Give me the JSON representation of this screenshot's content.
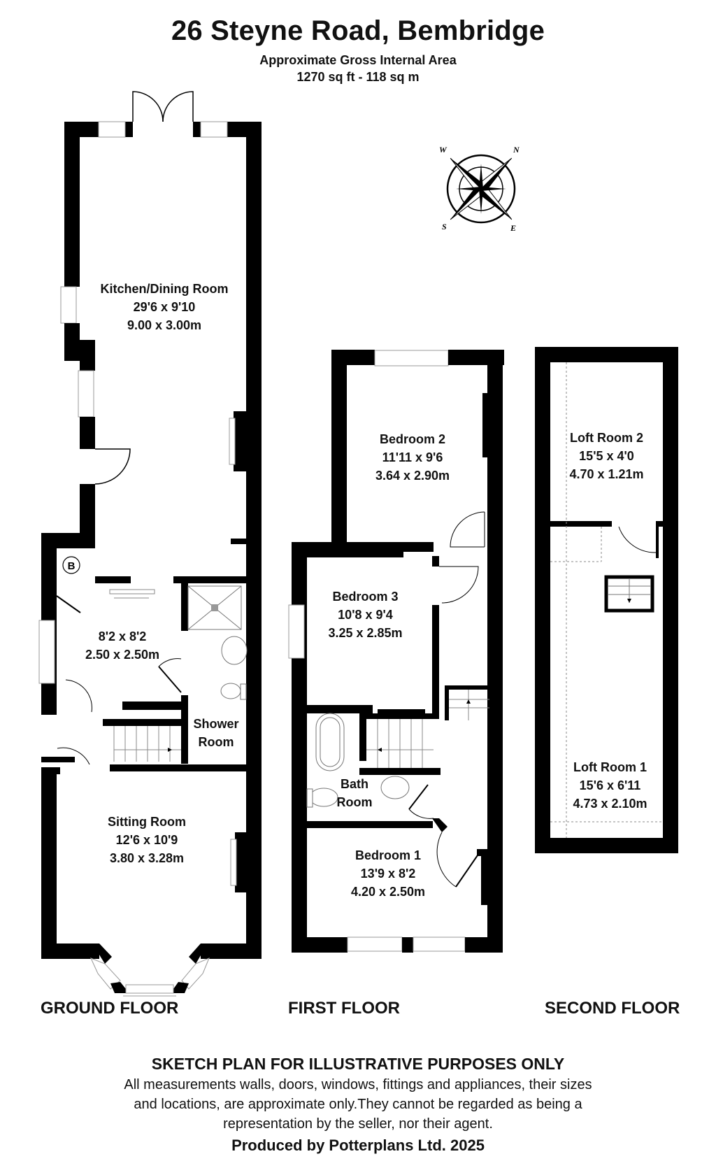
{
  "header": {
    "title": "26 Steyne Road, Bembridge",
    "area_label": "Approximate Gross Internal Area",
    "area_value": "1270 sq ft - 118 sq m"
  },
  "compass": {
    "icon": "compass-rose-icon",
    "labels": [
      "N",
      "E",
      "S",
      "W"
    ]
  },
  "floors": {
    "ground": {
      "label": "GROUND FLOOR",
      "rooms": [
        {
          "name": "Kitchen/Dining Room",
          "imperial": "29'6 x 9'10",
          "metric": "9.00 x 3.00m"
        },
        {
          "name": "",
          "imperial": "8'2 x 8'2",
          "metric": "2.50 x 2.50m"
        },
        {
          "name": "Shower",
          "name2": "Room"
        },
        {
          "name": "Sitting Room",
          "imperial": "12'6 x 10'9",
          "metric": "3.80 x 3.28m"
        }
      ],
      "boiler_symbol": "B"
    },
    "first": {
      "label": "FIRST FLOOR",
      "rooms": [
        {
          "name": "Bedroom 2",
          "imperial": "11'11 x 9'6",
          "metric": "3.64 x 2.90m"
        },
        {
          "name": "Bedroom 3",
          "imperial": "10'8 x 9'4",
          "metric": "3.25 x 2.85m"
        },
        {
          "name": "Bath",
          "name2": "Room"
        },
        {
          "name": "Bedroom 1",
          "imperial": "13'9 x 8'2",
          "metric": "4.20 x 2.50m"
        }
      ]
    },
    "second": {
      "label": "SECOND FLOOR",
      "rooms": [
        {
          "name": "Loft Room 2",
          "imperial": "15'5 x 4'0",
          "metric": "4.70 x 1.21m"
        },
        {
          "name": "Loft Room 1",
          "imperial": "15'6 x 6'11",
          "metric": "4.73 x 2.10m"
        }
      ]
    }
  },
  "footer": {
    "heading": "SKETCH PLAN FOR ILLUSTRATIVE PURPOSES ONLY",
    "disclaimer_lines": [
      "All measurements walls, doors, windows, fittings and appliances, their sizes",
      "and locations, are approximate only.They cannot be regarded as being a",
      "representation by the seller, nor their agent."
    ],
    "producer": "Produced by Potterplans Ltd. 2025"
  },
  "colors": {
    "wall": "#000000",
    "background": "#ffffff",
    "window": "#9a9a9a",
    "dashed": "#8a8a8a"
  }
}
